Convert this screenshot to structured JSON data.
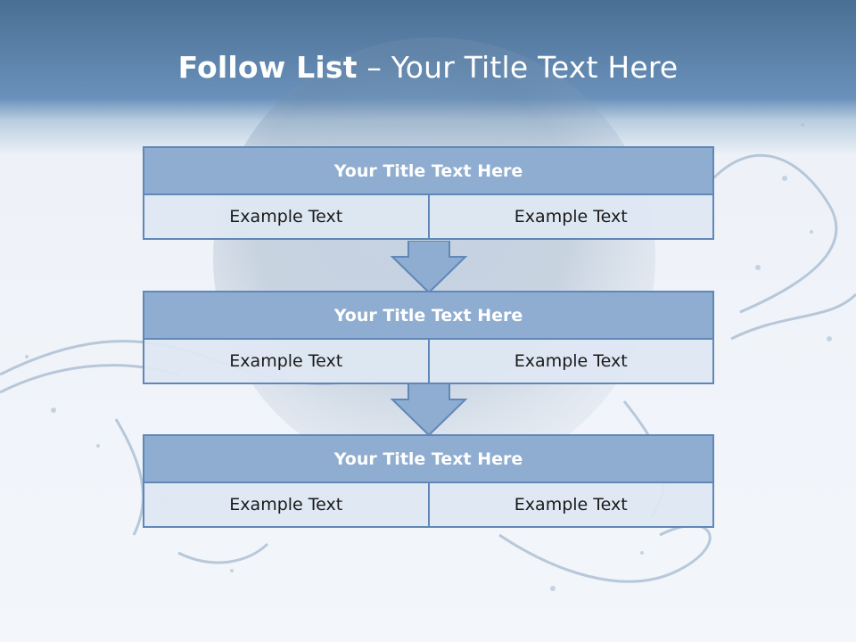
{
  "header": {
    "title_bold": "Follow List",
    "title_rest": " – Your Title Text Here"
  },
  "blocks": [
    {
      "title": "Your Title Text Here",
      "cells": [
        "Example Text",
        "Example Text"
      ]
    },
    {
      "title": "Your Title Text Here",
      "cells": [
        "Example Text",
        "Example Text"
      ]
    },
    {
      "title": "Your Title Text Here",
      "cells": [
        "Example Text",
        "Example Text"
      ]
    }
  ],
  "colors": {
    "header_blue": "#5f88b8",
    "block_title_fill": "#8eadd0",
    "cell_fill": "#dee7f2",
    "arrow_fill": "#8eadd0"
  }
}
